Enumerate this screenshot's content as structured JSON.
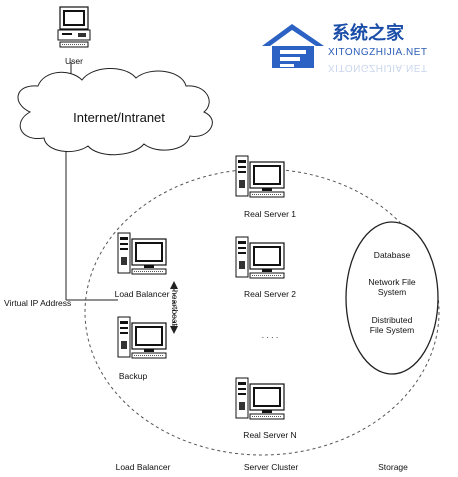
{
  "watermark": {
    "title": "系统之家",
    "subtitle": "XITONGZHIJIA.NET"
  },
  "nodes": {
    "user": "User",
    "internet": "Internet/Intranet",
    "virtual_ip": "Virtual IP Address",
    "load_balancer": "Load Balancer",
    "backup": "Backup",
    "heartbeat": "heartbeat",
    "real_server_1": "Real Server 1",
    "real_server_2": "Real Server 2",
    "real_server_n": "Real Server N",
    "ellipsis": ". . . ."
  },
  "storage": {
    "items": [
      "Database",
      "Network File System",
      "Distributed File System"
    ],
    "item_lines": [
      [
        "Database"
      ],
      [
        "Network File",
        "System"
      ],
      [
        "Distributed",
        "File System"
      ]
    ]
  },
  "footer": {
    "load_balancer": "Load Balancer",
    "server_cluster": "Server Cluster",
    "storage": "Storage"
  }
}
